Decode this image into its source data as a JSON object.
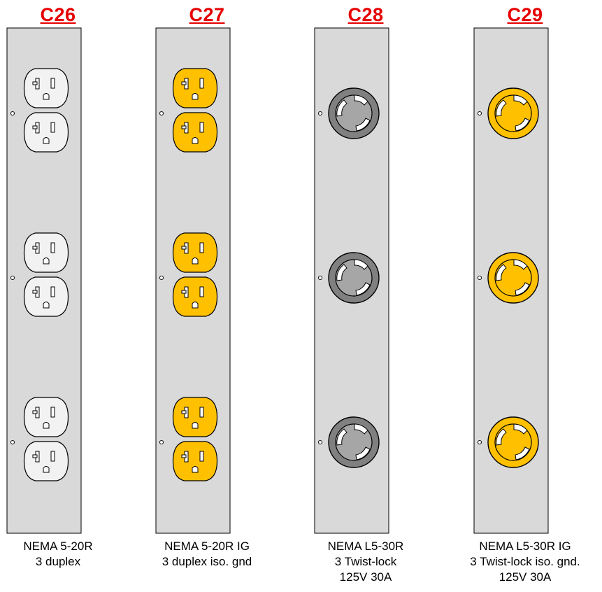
{
  "colors": {
    "title": "#e60000",
    "panel_fill": "#d9d9d9",
    "outline": "#000000",
    "white_receptacle": "#f2f2f2",
    "orange_receptacle": "#ffc000",
    "gray_twistlock": "#808080",
    "gray_twistlock_center": "#a6a6a6",
    "orange_twistlock_center": "#ffc000"
  },
  "panels": [
    {
      "id": "C26",
      "label": "C26",
      "receptacle_type": "duplex",
      "receptacle_color": "white",
      "caption": [
        "NEMA 5-20R",
        "3 duplex"
      ],
      "icon": "duplex-outlet-icon"
    },
    {
      "id": "C27",
      "label": "C27",
      "receptacle_type": "duplex",
      "receptacle_color": "orange",
      "caption": [
        "NEMA 5-20R IG",
        "3 duplex iso. gnd"
      ],
      "icon": "duplex-outlet-icon"
    },
    {
      "id": "C28",
      "label": "C28",
      "receptacle_type": "twist-lock",
      "receptacle_color": "gray",
      "caption": [
        "NEMA L5-30R",
        "3 Twist-lock",
        "125V 30A"
      ],
      "icon": "twist-lock-outlet-icon"
    },
    {
      "id": "C29",
      "label": "C29",
      "receptacle_type": "twist-lock",
      "receptacle_color": "orange",
      "caption": [
        "NEMA L5-30R IG",
        "3 Twist-lock iso. gnd.",
        "125V 30A"
      ],
      "icon": "twist-lock-outlet-icon"
    }
  ]
}
